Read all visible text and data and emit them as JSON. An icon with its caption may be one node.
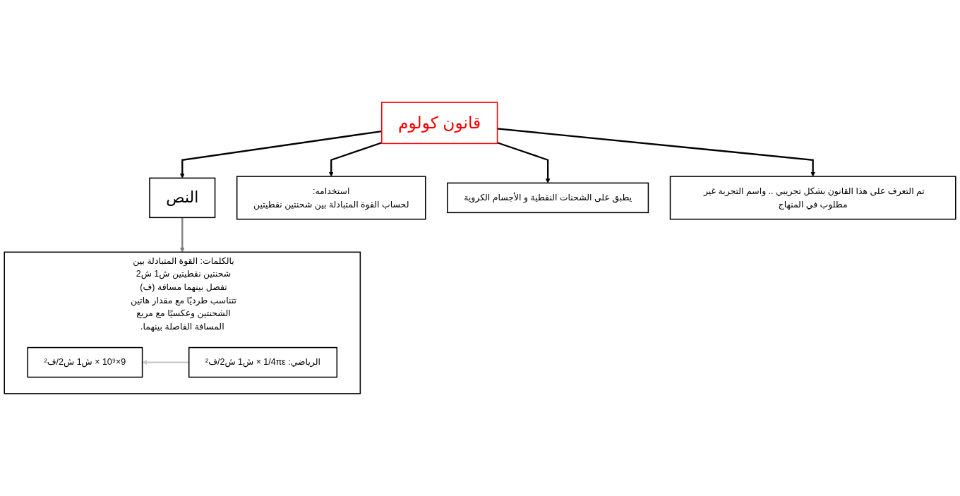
{
  "diagram": {
    "nodes": [
      {
        "text": [
          "قانون كولوم"
        ]
      },
      {
        "text": [
          "النص"
        ]
      },
      {
        "text": [
          "استخدامه:",
          "لحساب القوة المتبادلة بين شحنتين نقطيتين"
        ]
      },
      {
        "text": [
          "يطبق على الشحنات النقطية و الأجسام الكروية"
        ]
      },
      {
        "text": [
          "تم التعرف على هذا القانون بشكل تجريبي .. واسم التجربة غير مطلوب في المنهاج"
        ]
      },
      {
        "text": [
          "بالكلمات: القوة المتبادلة بين شحنتين نقطيتين ش1 ش2 تفصل بينهما مسافة (ف) تتناسب طرديًا مع مقدار هاتين الشحنتين وعكسيًا مع مربع المسافة الفاصلة بينهما."
        ]
      },
      {
        "text": [
          "الرياضي: 1/4πε × ش1 ش2/ف²"
        ],
        "in": 5
      },
      {
        "text": [
          "9×10⁹ × ش1 ش2/ف²"
        ],
        "in": 5
      }
    ],
    "edges": [
      {
        "from": 0,
        "to": 4,
        "arrow": "to"
      },
      {
        "from": 0,
        "to": 3,
        "arrow": "to"
      },
      {
        "from": 0,
        "to": 2,
        "arrow": "to"
      },
      {
        "from": 0,
        "to": 1,
        "arrow": "to"
      },
      {
        "from": 1,
        "to": 5,
        "arrow": "to",
        "color": "#808080"
      },
      {
        "from": 6,
        "to": 7,
        "arrow": "to",
        "color": "#c8c8c8"
      }
    ]
  }
}
